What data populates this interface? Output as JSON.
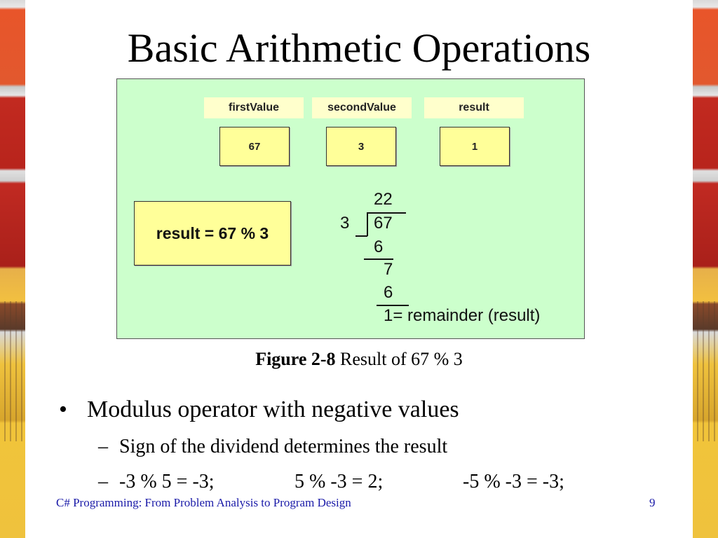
{
  "slide": {
    "title": "Basic Arithmetic Operations",
    "figure": {
      "labels": [
        "firstValue",
        "secondValue",
        "result"
      ],
      "values": [
        "67",
        "3",
        "1"
      ],
      "expression": "result = 67 % 3",
      "long_division": {
        "quotient": "22",
        "divisor": "3",
        "dividend": "67",
        "step1": "6",
        "step2": "7",
        "step3": "6",
        "remainder": "1= remainder (result)"
      }
    },
    "caption": {
      "label": "Figure 2-8",
      "text": "Result of 67 % 3"
    },
    "bullets": {
      "main": "Modulus operator with negative values",
      "sub1": "Sign of the dividend determines the result",
      "sub2_items": [
        "-3 % 5 = -3;",
        "5 % -3 = 2;",
        "-5 % -3 = -3;"
      ]
    },
    "footer": {
      "left": "C# Programming: From Problem Analysis to Program Design",
      "page": "9"
    }
  }
}
